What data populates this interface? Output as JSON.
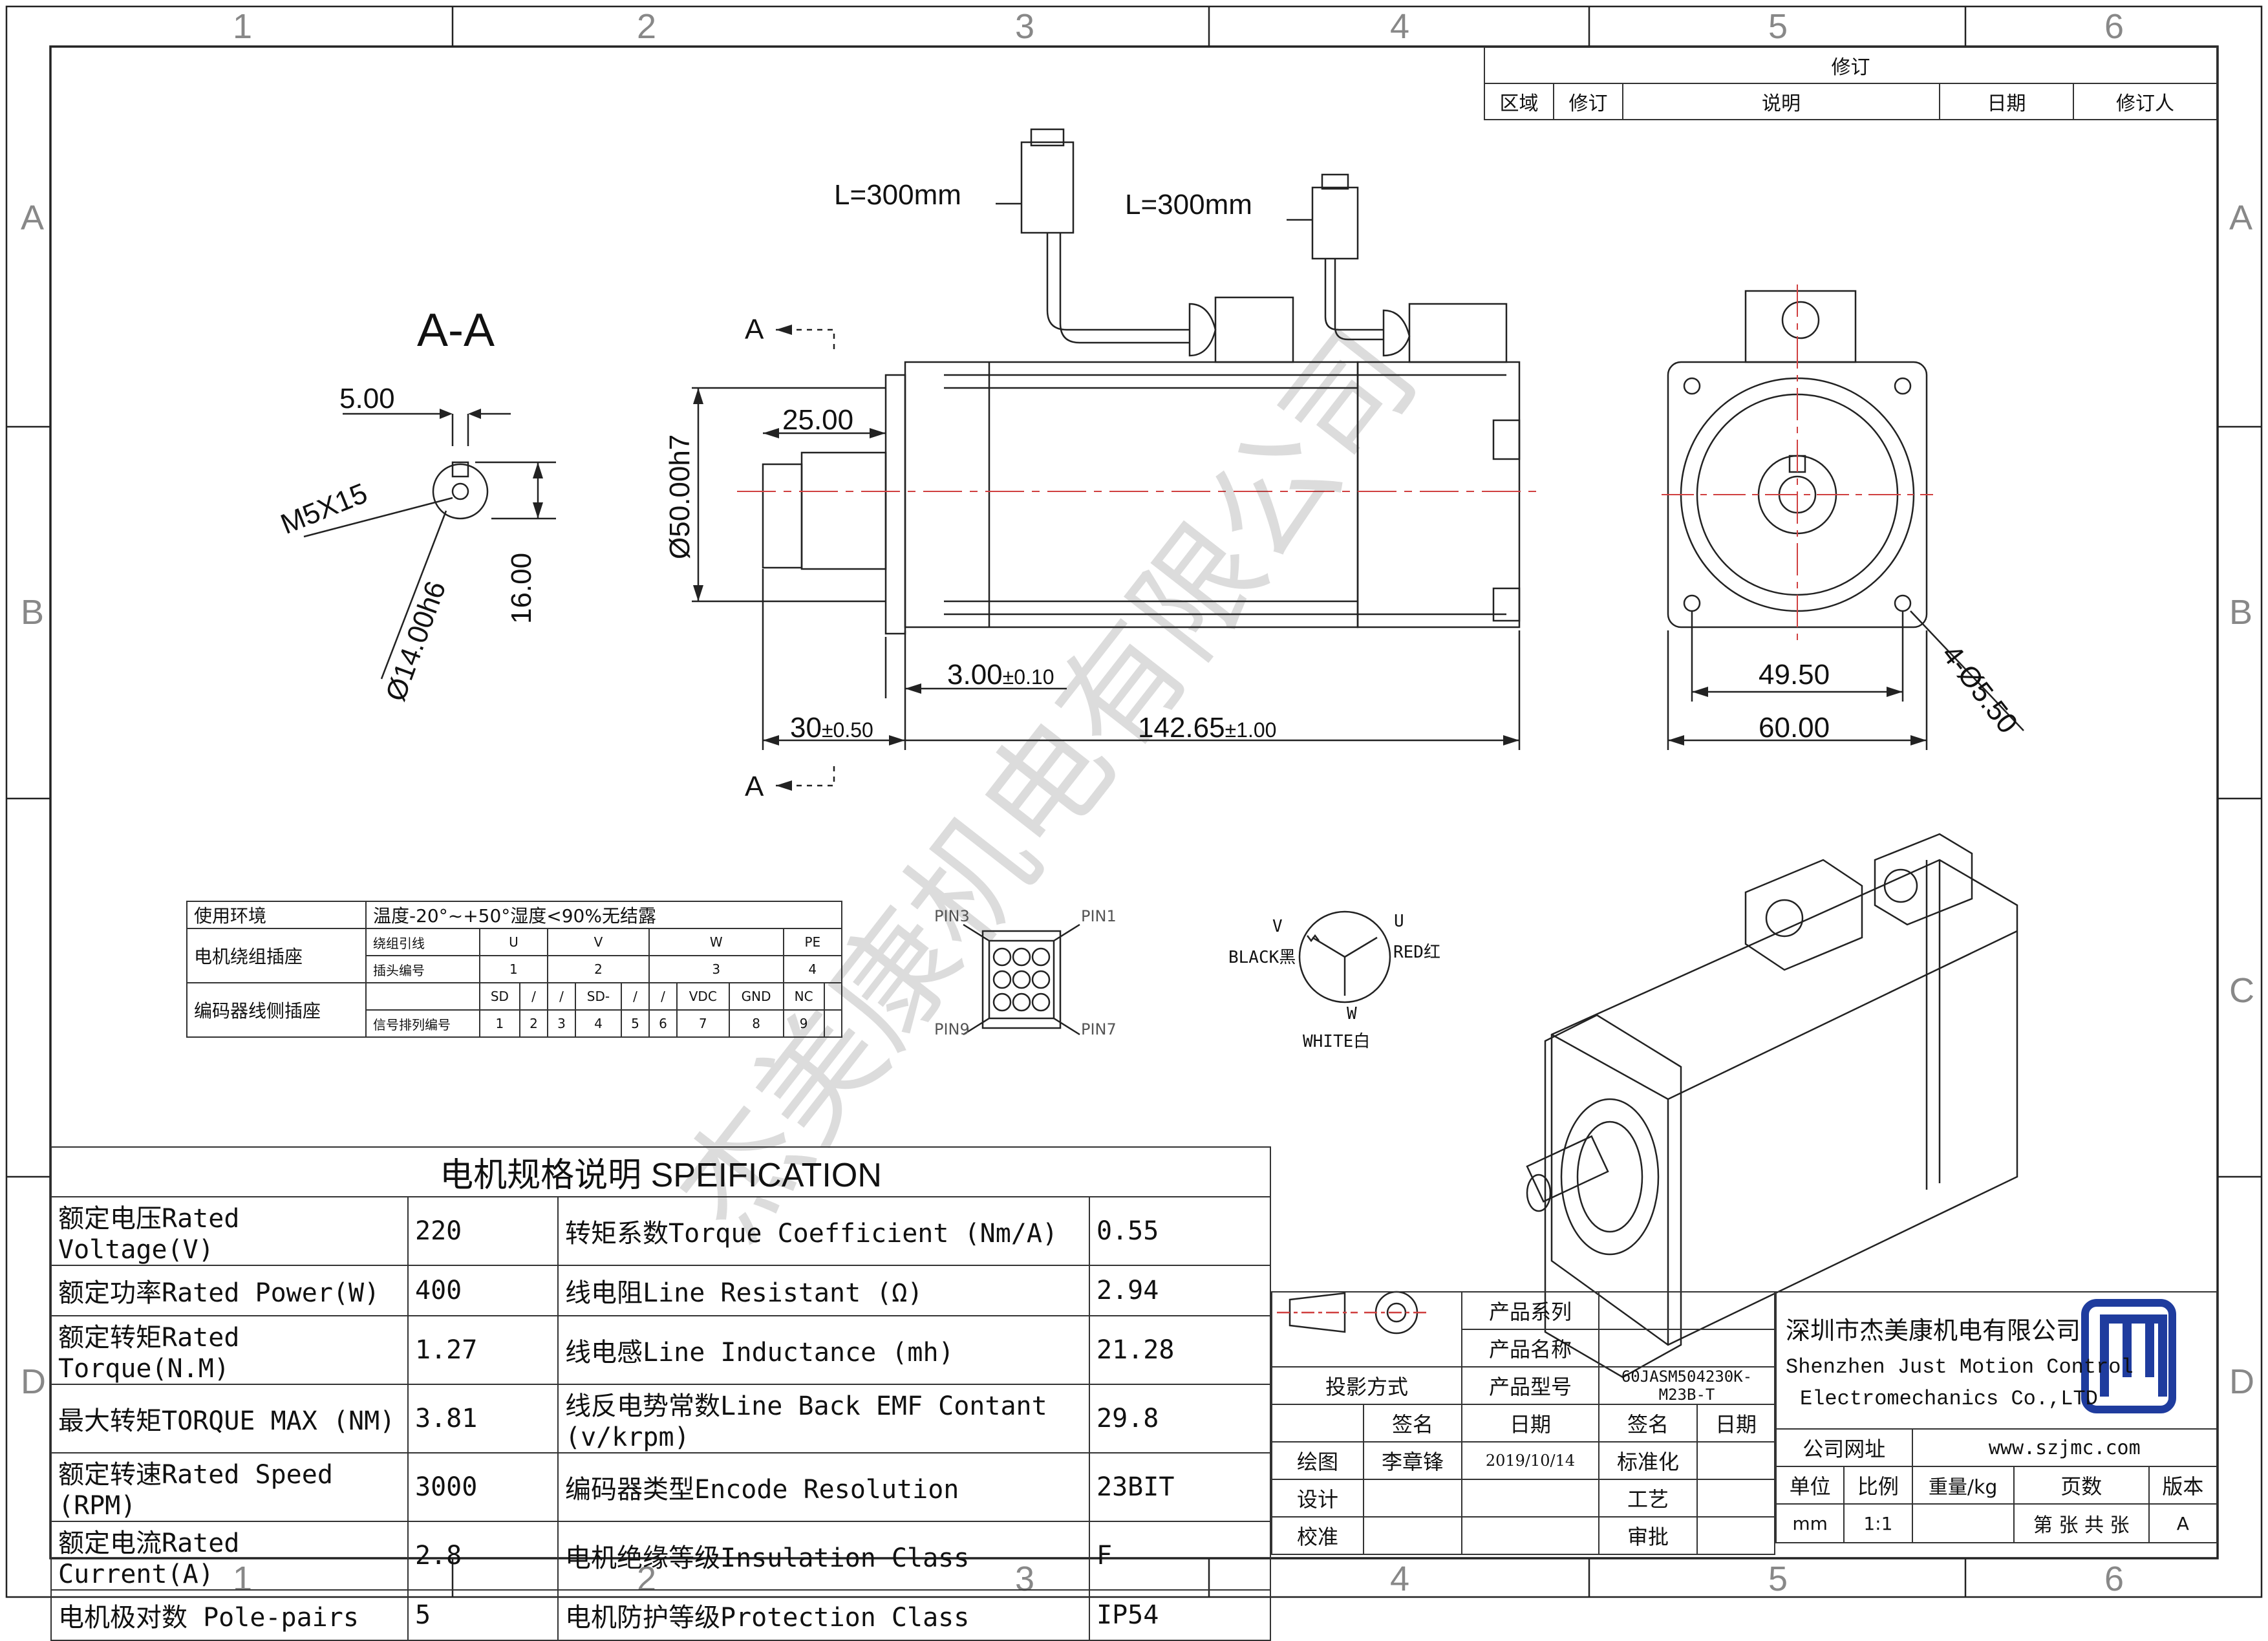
{
  "frame": {
    "columns": [
      "1",
      "2",
      "3",
      "4",
      "5",
      "6"
    ],
    "rows": [
      "A",
      "B",
      "C",
      "D"
    ]
  },
  "revision_block": {
    "title": "修订",
    "headers": [
      "区域",
      "修订",
      "说明",
      "日期",
      "修订人"
    ]
  },
  "section_view": {
    "title": "A-A",
    "width": "5.00",
    "thread": "M5X15",
    "diameter": "Ø14.00h6",
    "height": "16.00"
  },
  "side_view": {
    "cable_length_1": "L=300mm",
    "cable_length_2": "L=300mm",
    "section_marker_top": "A",
    "section_marker_bottom": "A",
    "shaft_length": "25.00",
    "pilot_diameter": "Ø50.00h7",
    "flange_step": "3.00",
    "flange_step_tol": "±0.10",
    "shaft_total": "30",
    "shaft_total_tol": "±0.50",
    "body_length": "142.65",
    "body_length_tol": "±1.00"
  },
  "front_view": {
    "hole_spacing": "49.50",
    "flange_size": "60.00",
    "holes": "4-Ø5.50"
  },
  "environment_table": {
    "env_label": "使用环境",
    "env_value": "温度-20°~+50°湿度<90%无结露",
    "winding_label": "电机绕组插座",
    "winding_lead_label": "绕组引线",
    "winding_leads": [
      "U",
      "V",
      "W",
      "PE"
    ],
    "plug_no_label": "插头编号",
    "plug_nos": [
      "1",
      "2",
      "3",
      "4"
    ],
    "encoder_label": "编码器线侧插座",
    "signals": [
      "SD",
      "/",
      "/",
      "SD-",
      "/",
      "/",
      "VDC",
      "GND",
      "NC"
    ],
    "signal_pin_label": "信号排列编号",
    "signal_pins": [
      "1",
      "2",
      "3",
      "4",
      "5",
      "6",
      "7",
      "8",
      "9"
    ]
  },
  "connector": {
    "pin_tl": "PIN3",
    "pin_tr": "PIN1",
    "pin_bl": "PIN9",
    "pin_br": "PIN7"
  },
  "winding_diagram": {
    "v_label": "V",
    "v_color": "BLACK黑",
    "u_label": "U",
    "u_color": "RED红",
    "w_label": "W",
    "w_color": "WHITE白"
  },
  "spec_table": {
    "title": "电机规格说明 SPEIFICATION",
    "rows": [
      {
        "l1": "额定电压Rated Voltage(V)",
        "v1": "220",
        "l2": "转矩系数Torque Coefficient (Nm/A)",
        "v2": "0.55"
      },
      {
        "l1": "额定功率Rated Power(W)",
        "v1": "400",
        "l2": "线电阻Line Resistant (Ω)",
        "v2": "2.94"
      },
      {
        "l1": "额定转矩Rated Torque(N.M)",
        "v1": "1.27",
        "l2": "线电感Line Inductance (mh)",
        "v2": "21.28"
      },
      {
        "l1": "最大转矩TORQUE MAX (NM)",
        "v1": "3.81",
        "l2": "线反电势常数Line Back EMF Contant (v/krpm)",
        "v2": "29.8"
      },
      {
        "l1": "额定转速Rated Speed (RPM)",
        "v1": "3000",
        "l2": "编码器类型Encode Resolution",
        "v2": "23BIT"
      },
      {
        "l1": "额定电流Rated Current(A)",
        "v1": "2.8",
        "l2": "电机绝缘等级Insulation Class",
        "v2": "F"
      },
      {
        "l1": "电机极对数 Pole-pairs",
        "v1": "5",
        "l2": "电机防护等级Protection Class",
        "v2": "IP54"
      }
    ]
  },
  "title_block": {
    "projection": "投影方式",
    "product_series": "产品系列",
    "product_name": "产品名称",
    "product_model": "产品型号",
    "model_value": "60JASM504230K-M23B-T",
    "sign": "签名",
    "date": "日期",
    "sign2": "签名",
    "date2": "日期",
    "drawn": "绘图",
    "drawn_by": "李章锋",
    "drawn_date": "2019/10/14",
    "standard": "标准化",
    "design": "设计",
    "process": "工艺",
    "check": "校准",
    "approve": "审批",
    "company_cn": "深圳市杰美康机电有限公司",
    "company_en1": "Shenzhen Just Motion Control",
    "company_en2": "Electromechanics Co.,LTD",
    "website_label": "公司网址",
    "website": "www.szjmc.com",
    "unit": "单位",
    "scale": "比例",
    "weight": "重量/kg",
    "pages": "页数",
    "version": "版本",
    "unit_val": "mm",
    "scale_val": "1:1",
    "pages_val": "第 张 共 张",
    "version_val": "A"
  },
  "watermark": "杰美康机电有限公司",
  "colors": {
    "line": "#222222",
    "center": "#d04040",
    "logo": "#1f3c9e"
  }
}
